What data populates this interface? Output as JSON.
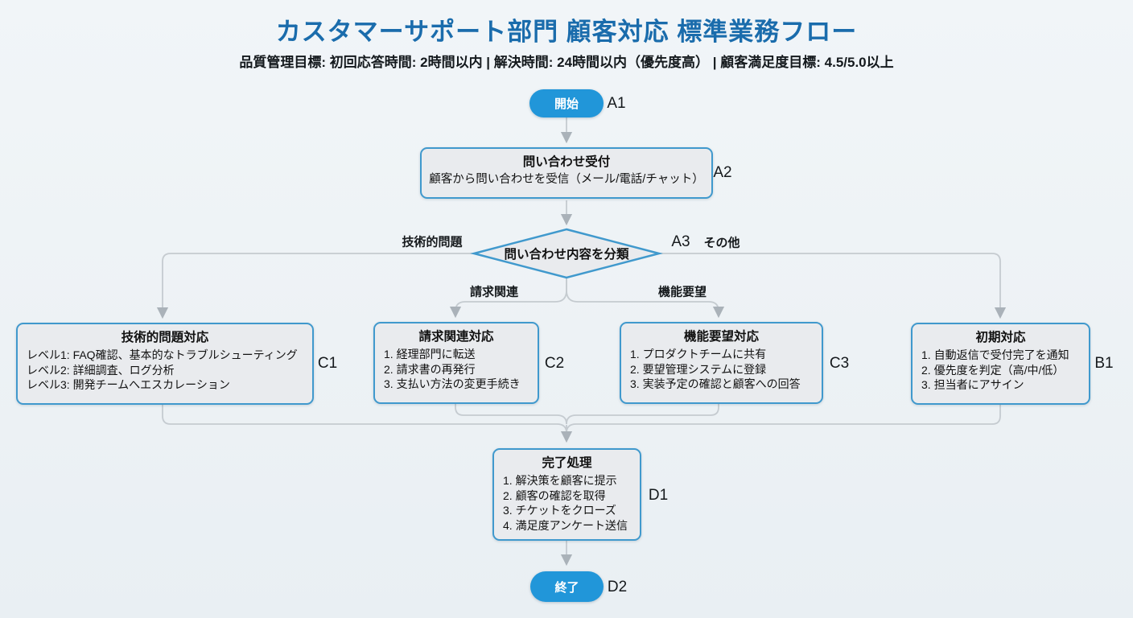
{
  "header": {
    "title": "カスタマーサポート部門 顧客対応 標準業務フロー",
    "subtitle": "品質管理目標: 初回応答時間: 2時間以内 | 解決時間: 24時間以内（優先度高） | 顧客満足度目標: 4.5/5.0以上"
  },
  "colors": {
    "accent_blue": "#2196d9",
    "node_border_blue": "#4099cd",
    "node_fill_gray": "#e9ebee",
    "title_blue": "#1a6cac",
    "edge_gray": "#c5cbd0"
  },
  "nodes": {
    "start": {
      "label": "開始",
      "tag": "A1"
    },
    "intake": {
      "title": "問い合わせ受付",
      "subtitle": "顧客から問い合わせを受信（メール/電話/チャット）",
      "tag": "A2"
    },
    "classify": {
      "title": "問い合わせ内容を分類",
      "tag": "A3"
    },
    "technical": {
      "title": "技術的問題対応",
      "items": [
        "レベル1: FAQ確認、基本的なトラブルシューティング",
        "レベル2: 詳細調査、ログ分析",
        "レベル3: 開発チームへエスカレーション"
      ],
      "tag": "C1"
    },
    "billing": {
      "title": "請求関連対応",
      "items": [
        "1. 経理部門に転送",
        "2. 請求書の再発行",
        "3. 支払い方法の変更手続き"
      ],
      "tag": "C2"
    },
    "feature": {
      "title": "機能要望対応",
      "items": [
        "1. プロダクトチームに共有",
        "2. 要望管理システムに登録",
        "3. 実装予定の確認と顧客への回答"
      ],
      "tag": "C3"
    },
    "initial": {
      "title": "初期対応",
      "items": [
        "1. 自動返信で受付完了を通知",
        "2. 優先度を判定（高/中/低）",
        "3. 担当者にアサイン"
      ],
      "tag": "B1"
    },
    "completion": {
      "title": "完了処理",
      "items": [
        "1. 解決策を顧客に提示",
        "2. 顧客の確認を取得",
        "3. チケットをクローズ",
        "4. 満足度アンケート送信"
      ],
      "tag": "D1"
    },
    "end": {
      "label": "終了",
      "tag": "D2"
    }
  },
  "edge_labels": {
    "technical": "技術的問題",
    "billing": "請求関連",
    "feature": "機能要望",
    "other": "その他"
  }
}
